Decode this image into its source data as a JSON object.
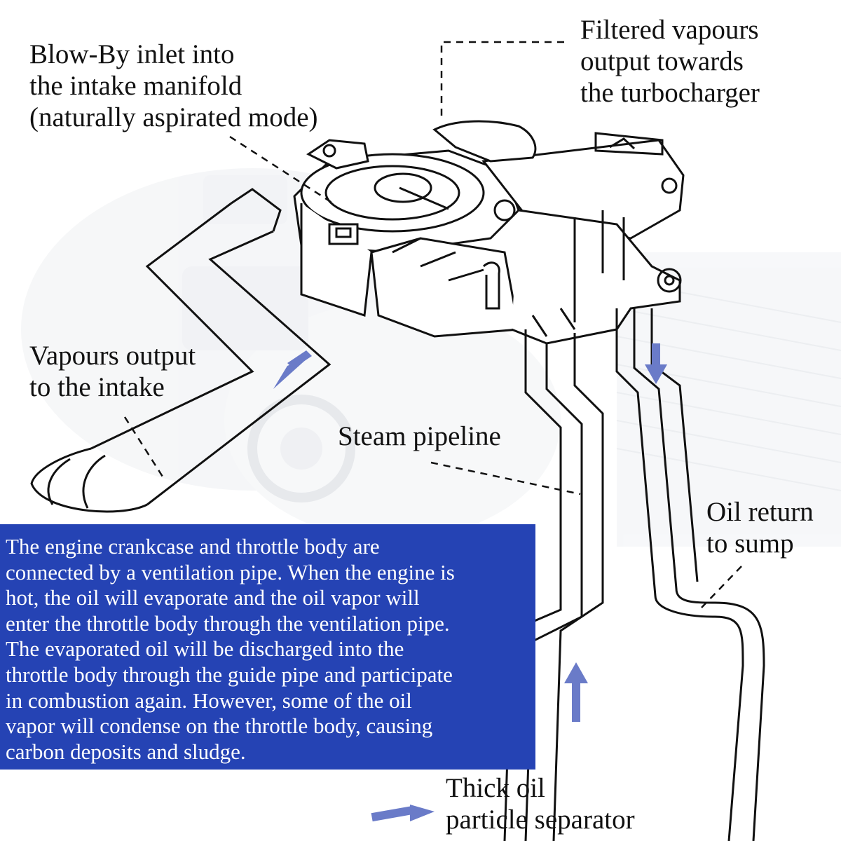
{
  "labels": {
    "blowby": [
      "Blow-By inlet into",
      "the intake manifold",
      "(naturally aspirated mode)"
    ],
    "filtered": [
      "Filtered vapours",
      "output towards",
      "the turbocharger"
    ],
    "vapours_intake": [
      "Vapours output",
      "to the intake"
    ],
    "steam": [
      "Steam pipeline"
    ],
    "oil_return": [
      "Oil return",
      "to sump"
    ],
    "thick_oil": [
      "Thick oil",
      "particle separator"
    ]
  },
  "info_box": {
    "lines": [
      "The engine crankcase and throttle body are",
      "connected by a ventilation pipe. When the engine is",
      "hot, the oil will evaporate and the oil vapor will",
      "enter the throttle body through the ventilation pipe.",
      "The evaporated oil will be discharged into the",
      "throttle body through the guide pipe and participate",
      "in combustion again. However, some of the oil",
      "vapor will condense on the throttle body, causing",
      "carbon deposits and sludge."
    ],
    "background": "#2543b4",
    "text_color": "#ffffff"
  },
  "colors": {
    "arrow": "#6a7bc8",
    "line": "#111111",
    "faded": "#c9ced6"
  }
}
